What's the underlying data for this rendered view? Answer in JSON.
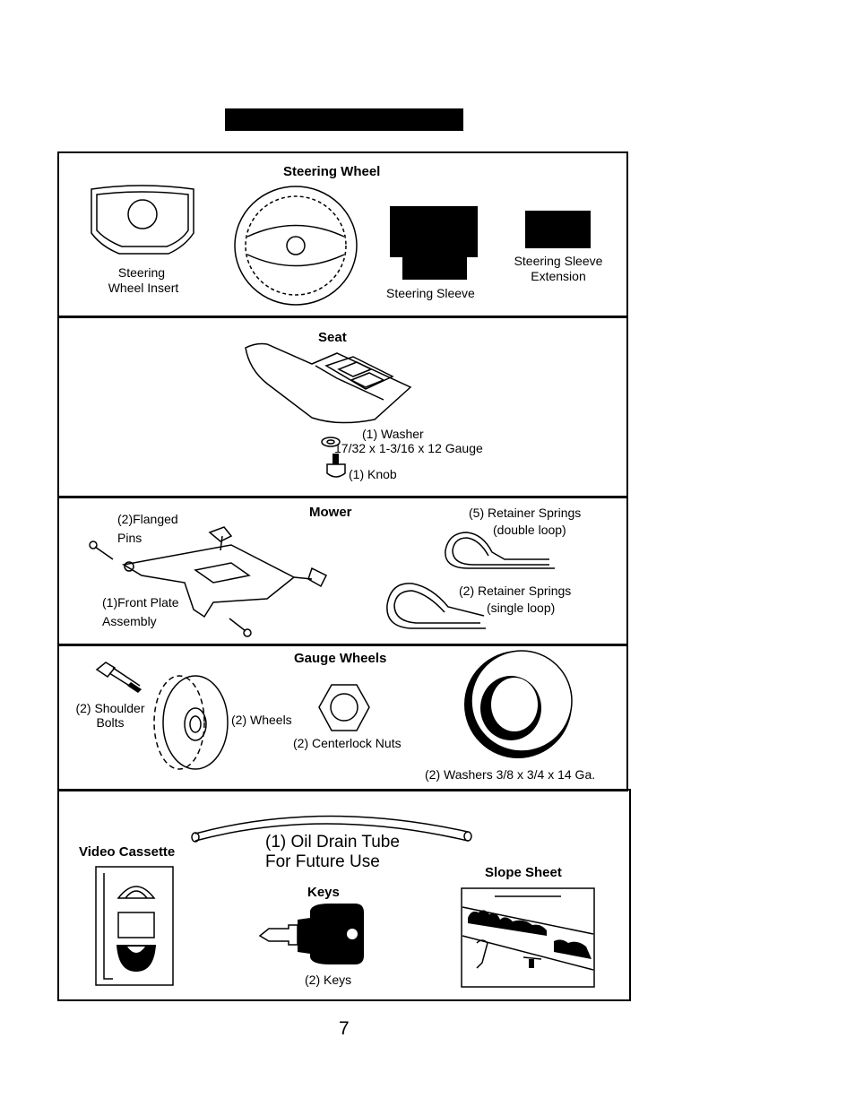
{
  "header_bar_color": "#000000",
  "steering": {
    "title": "Steering Wheel",
    "insert_label_line1": "Steering",
    "insert_label_line2": "Wheel Insert",
    "sleeve_label": "Steering Sleeve",
    "extension_line1": "Steering Sleeve",
    "extension_line2": "Extension"
  },
  "seat": {
    "title": "Seat",
    "washer_line1": "(1) Washer",
    "washer_line2": "17/32 x 1-3/16 x 12 Gauge",
    "knob_label": "(1) Knob"
  },
  "mower": {
    "title": "Mower",
    "flanged_line1": "(2)Flanged",
    "flanged_line2": "Pins",
    "front_plate_line1": "(1)Front Plate",
    "front_plate_line2": "Assembly",
    "retainer5_line1": "(5)  Retainer Springs",
    "retainer5_line2": "(double loop)",
    "retainer2_line1": "(2)  Retainer Springs",
    "retainer2_line2": "(single loop)"
  },
  "gauge": {
    "title": "Gauge Wheels",
    "bolts_line1": "(2) Shoulder",
    "bolts_line2": "Bolts",
    "wheels_label": "(2) Wheels",
    "nuts_label": "(2) Centerlock Nuts",
    "washers_label": "(2) Washers 3/8 x 3/4 x 14 Ga."
  },
  "misc": {
    "video_label": "Video Cassette",
    "tube_line1": "(1) Oil Drain Tube",
    "tube_line2": "For Future Use",
    "keys_title": "Keys",
    "keys_label": "(2) Keys",
    "slope_label": "Slope Sheet"
  },
  "page_number": "7"
}
